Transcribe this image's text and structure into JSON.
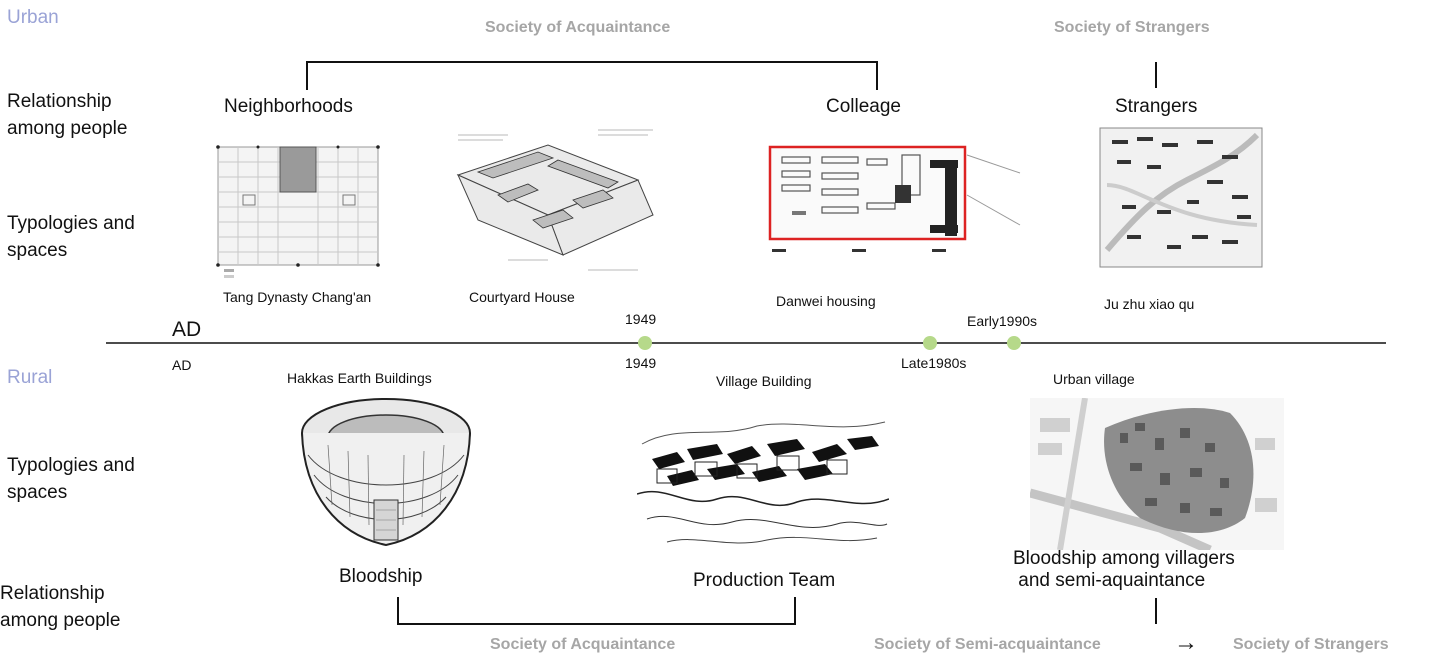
{
  "urban": {
    "category": "Urban",
    "relationship_label": "Relationship\namong people",
    "typology_label": "Typologies and\nspaces",
    "society_left": "Society of Acquaintance",
    "society_right": "Society of Strangers",
    "relation_neighborhoods": "Neighborhoods",
    "relation_colleage": "Colleage",
    "relation_strangers": "Strangers",
    "captions": [
      "Tang Dynasty Chang'an",
      "Courtyard House",
      "Danwei housing",
      "Ju zhu xiao qu"
    ]
  },
  "timeline": {
    "label_top": "AD",
    "label_bottom": "AD",
    "y1949_top": "1949",
    "y1949_bottom": "1949",
    "late1980s": "Late1980s",
    "early1990s": "Early1990s",
    "dot_color": "#b6d98a"
  },
  "rural": {
    "category": "Rural",
    "typology_label": "Typologies and\nspaces",
    "relationship_label": "Relationship\namong people",
    "captions": [
      "Hakkas Earth Buildings",
      "Village Building",
      "Urban village"
    ],
    "relation_bloodship": "Bloodship",
    "relation_production": "Production Team",
    "relation_villagers": "Bloodship among villagers\n and semi-aquaintance",
    "society_left": "Society of Acquaintance",
    "society_semi": "Society of Semi-acquaintance",
    "arrow": "→",
    "society_right": "Society of Strangers"
  }
}
